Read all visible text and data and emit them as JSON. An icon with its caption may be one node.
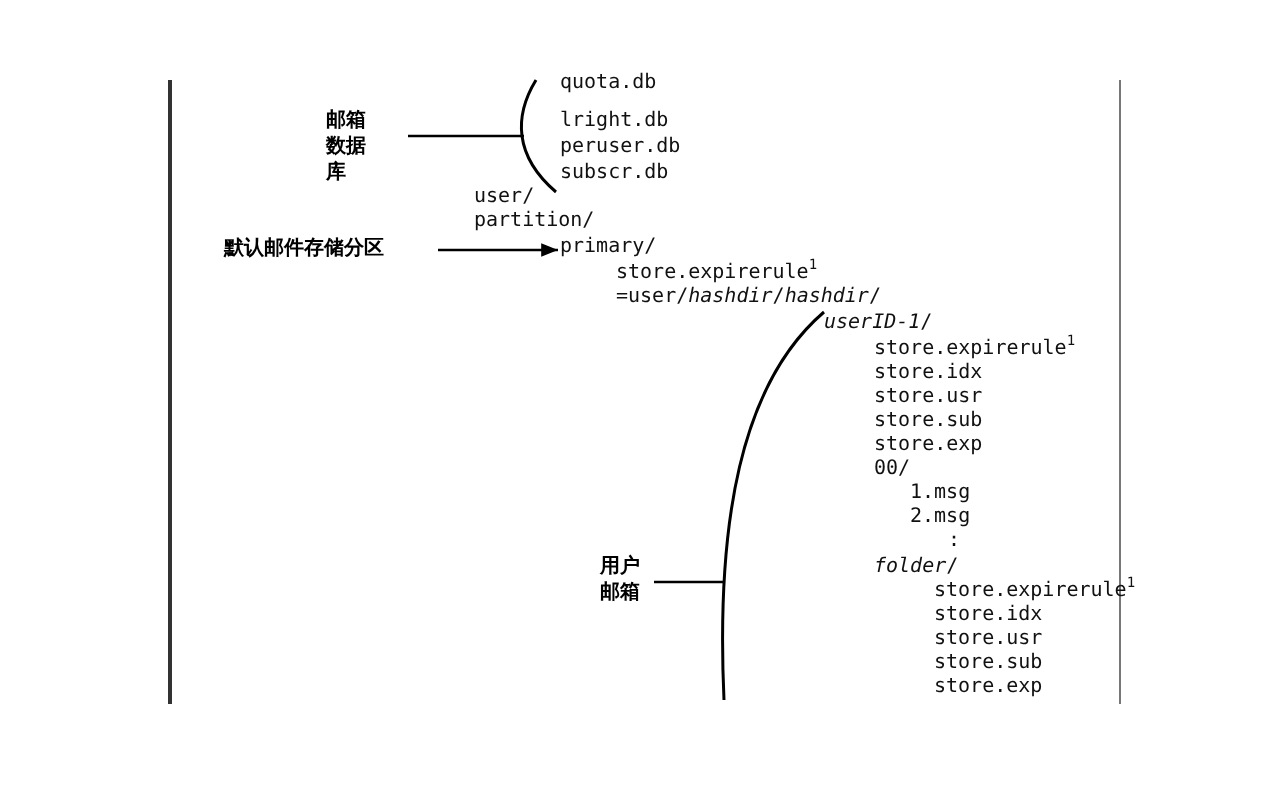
{
  "diagram": {
    "nodes": [
      {
        "text": [
          "邮箱数据库"
        ]
      },
      {
        "text": [],
        "shape": "bracket"
      },
      {
        "text": [
          "默认邮件存储分区"
        ]
      },
      {
        "text": [
          "primary/"
        ]
      },
      {
        "text": [
          "用户邮箱"
        ]
      },
      {
        "text": [],
        "shape": "bracket"
      }
    ],
    "edges": [
      {
        "from": 0,
        "to": 1,
        "arrow": "none"
      },
      {
        "from": 2,
        "to": 3,
        "arrow": "to"
      },
      {
        "from": 4,
        "to": 5,
        "arrow": "none"
      }
    ],
    "labels": [
      "quota.db",
      "lright.db",
      "peruser.db",
      "subscr.db",
      "user/",
      "partition/",
      "store.expirerule$^{1}$",
      "=user/*hashdir*/*hashdir*/",
      "*userID-1*/",
      "store.expirerule$^{1}$",
      "store.idx",
      "store.usr",
      "store.sub",
      "store.exp",
      "00/",
      "1.msg",
      "2.msg",
      ":",
      "*folder*/",
      "store.expirerule$^{1}$",
      "store.idx",
      "store.usr",
      "store.sub",
      "store.exp"
    ]
  }
}
